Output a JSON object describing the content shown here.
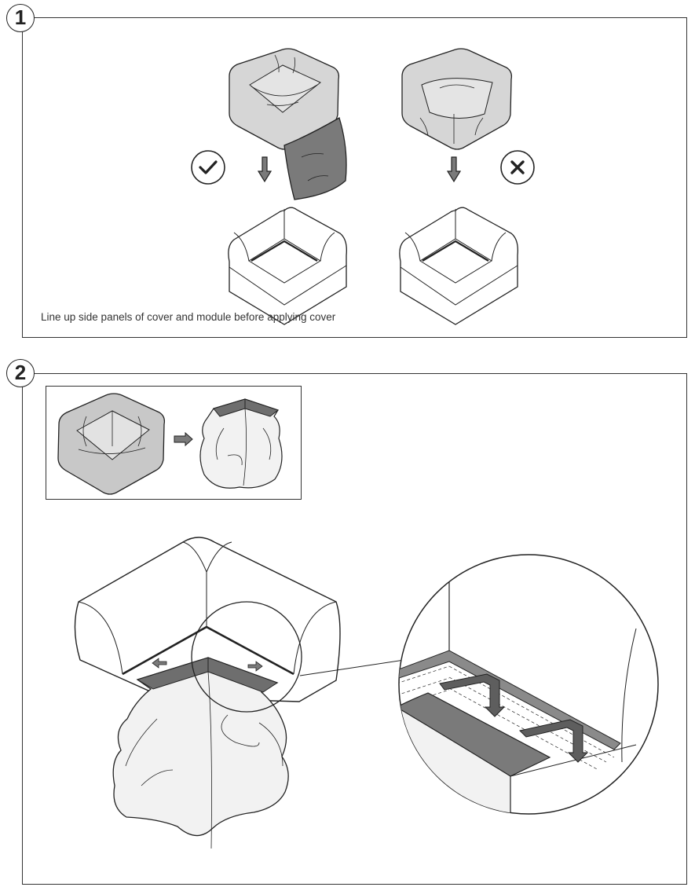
{
  "steps": [
    {
      "number": "1",
      "caption": "Line up side panels of cover and module before applying cover"
    },
    {
      "number": "2"
    }
  ],
  "icons": {
    "correct": "check-icon",
    "incorrect": "cross-icon",
    "direction": "arrow-down-icon"
  },
  "colors": {
    "line": "#222222",
    "cover_light": "#d6d6d6",
    "cover_dark": "#7a7a7a",
    "fabric": "#f2f2f2",
    "strap": "#6e6e6e"
  }
}
